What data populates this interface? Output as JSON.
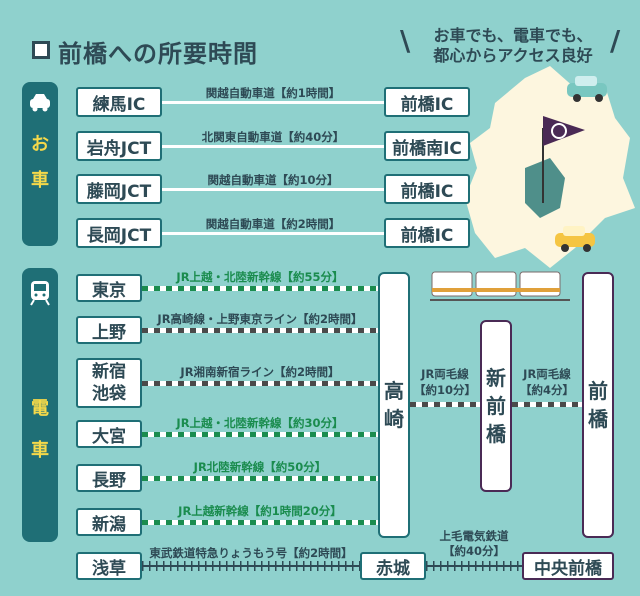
{
  "title": "前橋への所要時間",
  "tagline": [
    "お車でも、電車でも、",
    "都心からアクセス良好"
  ],
  "car": {
    "side_label": [
      "お",
      "車"
    ],
    "routes": [
      {
        "from": "練馬IC",
        "via": "関越自動車道【約1時間】",
        "to": "前橋IC"
      },
      {
        "from": "岩舟JCT",
        "via": "北関東自動車道【約40分】",
        "to": "前橋南IC"
      },
      {
        "from": "藤岡JCT",
        "via": "関越自動車道【約10分】",
        "to": "前橋IC"
      },
      {
        "from": "長岡JCT",
        "via": "関越自動車道【約2時間】",
        "to": "前橋IC"
      }
    ]
  },
  "train": {
    "side_label": [
      "電",
      "車"
    ],
    "routes": [
      {
        "from": "東京",
        "via": "JR上越・北陸新幹線【約55分】",
        "kind": "shinkansen"
      },
      {
        "from": "上野",
        "via": "JR高崎線・上野東京ライン【約2時間】",
        "kind": "jr"
      },
      {
        "from": [
          "新宿",
          "池袋"
        ],
        "via": "JR湘南新宿ライン【約2時間】",
        "kind": "jr"
      },
      {
        "from": "大宮",
        "via": "JR上越・北陸新幹線【約30分】",
        "kind": "shinkansen"
      },
      {
        "from": "長野",
        "via": "JR北陸新幹線【約50分】",
        "kind": "shinkansen"
      },
      {
        "from": "新潟",
        "via": "JR上越新幹線【約1時間20分】",
        "kind": "shinkansen"
      }
    ],
    "takasaki": [
      "高",
      "崎"
    ],
    "shin_maebashi": [
      "新",
      "前",
      "橋"
    ],
    "maebashi": [
      "前",
      "橋"
    ],
    "ryomo1": [
      "JR両毛線",
      "【約10分】"
    ],
    "ryomo2": [
      "JR両毛線",
      "【約4分】"
    ],
    "tobu": {
      "from": "浅草",
      "via": "東武鉄道特急りょうもう号【約2時間】",
      "mid": "赤城",
      "via2": [
        "上毛電気鉄道",
        "【約40分】"
      ],
      "to": "中央前橋"
    }
  },
  "colors": {
    "bg": "#8fd1cd",
    "accent": "#1f6f76",
    "shinkansen": "#1a8c4e",
    "purple": "#4a2a55"
  }
}
